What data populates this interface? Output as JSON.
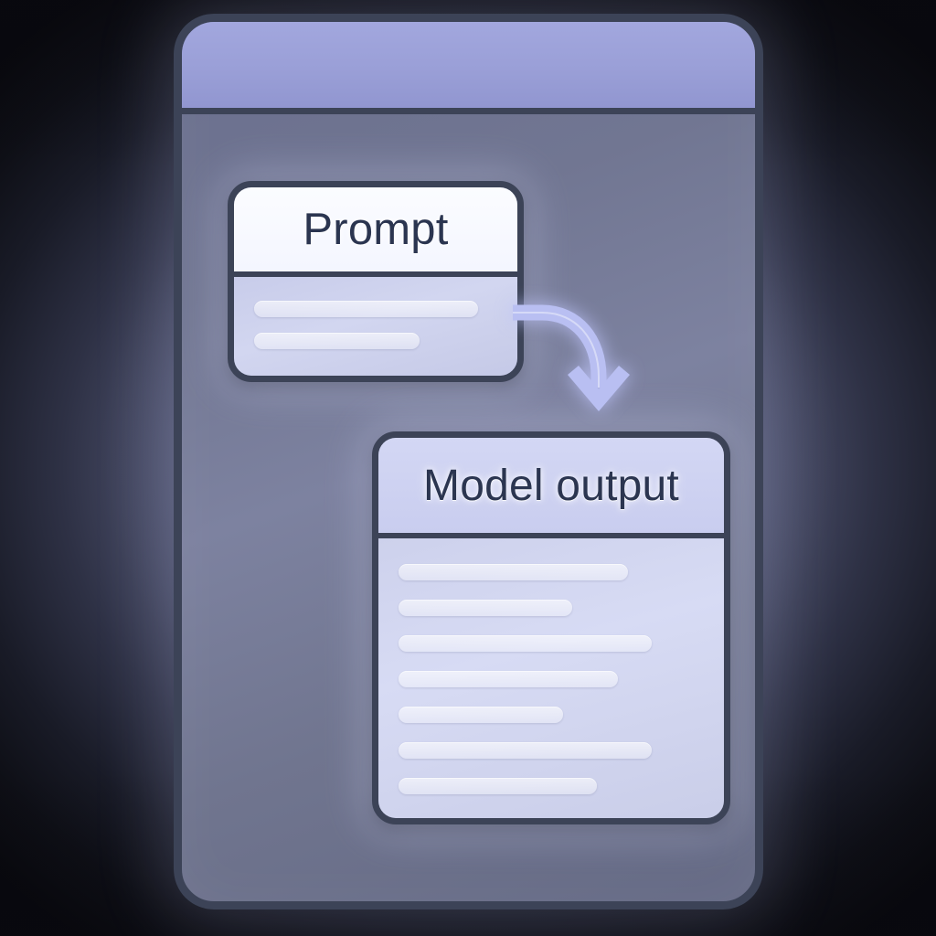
{
  "window": {
    "title_bar_color": "#9aa0d8",
    "frame_color": "#3c4357",
    "body_color": "#71768f"
  },
  "cards": [
    {
      "id": "prompt",
      "title": "Prompt",
      "header_color": "#f7f9ff",
      "body_color": "#ccd0ec",
      "placeholder_lines": [
        92,
        68
      ]
    },
    {
      "id": "model-output",
      "title": "Model output",
      "header_color": "#ccd0f0",
      "body_color": "#d2d6f0",
      "placeholder_lines": [
        75,
        57,
        83,
        72,
        54,
        83,
        65
      ]
    }
  ],
  "connector": {
    "name": "flow-arrow",
    "from": "prompt",
    "to": "model-output",
    "color": "#b9bff2",
    "direction": "down-right"
  },
  "background": {
    "type": "radial-glow",
    "edge_color": "#08080d",
    "center_color": "#a7abc4"
  }
}
